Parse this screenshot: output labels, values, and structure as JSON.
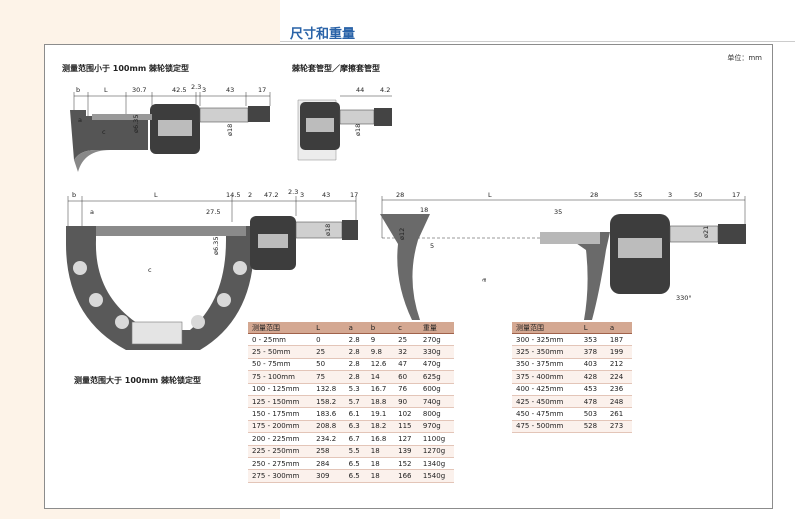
{
  "page_title": "尺寸和重量",
  "unit_label": "单位：mm",
  "captions": {
    "small_ratchet": "测量范围小于 100mm 棘轮锁定型",
    "sleeve_friction": "棘轮套管型／摩擦套管型",
    "large_ratchet": "测量范围大于 100mm 棘轮锁定型"
  },
  "dims": {
    "top_left": [
      "b",
      "L",
      "30.7",
      "42.5",
      "2.3",
      "3",
      "43",
      "17",
      "ø6.35",
      "ø18",
      "c",
      "a"
    ],
    "top_right": [
      "44",
      "4.2",
      "ø18"
    ],
    "big_left": [
      "b",
      "a",
      "L",
      "14.5",
      "2",
      "47.2",
      "2.3",
      "3",
      "43",
      "17",
      "27.5",
      "ø6.35",
      "ø18",
      "c"
    ],
    "big_right": [
      "28",
      "L",
      "18",
      "ø12",
      "5",
      "a",
      "35",
      "28",
      "55",
      "3",
      "50",
      "17",
      "ø21",
      "330°"
    ]
  },
  "table1": {
    "headers": [
      "测量范围",
      "L",
      "a",
      "b",
      "c",
      "重量"
    ],
    "rows": [
      [
        "0 - 25mm",
        "0",
        "2.8",
        "9",
        "25",
        "270g"
      ],
      [
        "25 - 50mm",
        "25",
        "2.8",
        "9.8",
        "32",
        "330g"
      ],
      [
        "50 - 75mm",
        "50",
        "2.8",
        "12.6",
        "47",
        "470g"
      ],
      [
        "75 - 100mm",
        "75",
        "2.8",
        "14",
        "60",
        "625g"
      ],
      [
        "100 - 125mm",
        "132.8",
        "5.3",
        "16.7",
        "76",
        "600g"
      ],
      [
        "125 - 150mm",
        "158.2",
        "5.7",
        "18.8",
        "90",
        "740g"
      ],
      [
        "150 - 175mm",
        "183.6",
        "6.1",
        "19.1",
        "102",
        "800g"
      ],
      [
        "175 - 200mm",
        "208.8",
        "6.3",
        "18.2",
        "115",
        "970g"
      ],
      [
        "200 - 225mm",
        "234.2",
        "6.7",
        "16.8",
        "127",
        "1100g"
      ],
      [
        "225 - 250mm",
        "258",
        "5.5",
        "18",
        "139",
        "1270g"
      ],
      [
        "250 - 275mm",
        "284",
        "6.5",
        "18",
        "152",
        "1340g"
      ],
      [
        "275 - 300mm",
        "309",
        "6.5",
        "18",
        "166",
        "1540g"
      ]
    ]
  },
  "table2": {
    "headers": [
      "测量范围",
      "L",
      "a"
    ],
    "rows": [
      [
        "300 - 325mm",
        "353",
        "187"
      ],
      [
        "325 - 350mm",
        "378",
        "199"
      ],
      [
        "350 - 375mm",
        "403",
        "212"
      ],
      [
        "375 - 400mm",
        "428",
        "224"
      ],
      [
        "400 - 425mm",
        "453",
        "236"
      ],
      [
        "425 - 450mm",
        "478",
        "248"
      ],
      [
        "450 - 475mm",
        "503",
        "261"
      ],
      [
        "475 - 500mm",
        "528",
        "273"
      ]
    ]
  }
}
